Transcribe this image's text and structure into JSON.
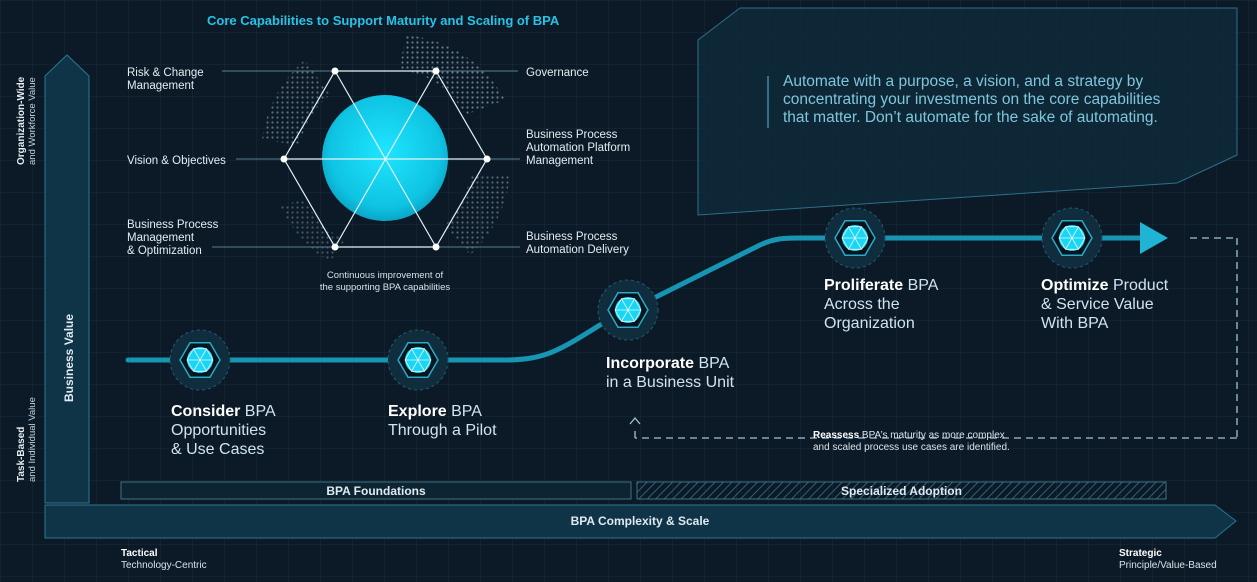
{
  "title": "Core Capabilities to Support Maturity and Scaling of BPA",
  "capabilities": {
    "risk_line1": "Risk & Change",
    "risk_line2": "Management",
    "governance": "Governance",
    "vision": "Vision & Objectives",
    "platform_line1": "Business Process",
    "platform_line2": "Automation Platform",
    "platform_line3": "Management",
    "bpm_line1": "Business Process",
    "bpm_line2": "Management",
    "bpm_line3": "& Optimization",
    "delivery_line1": "Business Process",
    "delivery_line2": "Automation Delivery"
  },
  "continuous_line1": "Continuous improvement of",
  "continuous_line2": "the supporting BPA capabilities",
  "quote": {
    "line1": "Automate with a purpose, a vision, and a strategy by",
    "line2": "concentrating your investments on the core capabilities",
    "line3": "that matter. Don’t automate for the sake of automating."
  },
  "stages": [
    {
      "bold": "Consider",
      "rest": " BPA",
      "line2": "Opportunities",
      "line3": "& Use Cases"
    },
    {
      "bold": "Explore",
      "rest": " BPA",
      "line2": "Through a Pilot"
    },
    {
      "bold": "Incorporate",
      "rest": " BPA",
      "line2": "in a Business Unit"
    },
    {
      "bold": "Proliferate",
      "rest": " BPA",
      "line2": "Across the",
      "line3": "Organization"
    },
    {
      "bold": "Optimize",
      "rest": " Product",
      "line2": "& Service Value",
      "line3": "With BPA"
    }
  ],
  "reassess": {
    "bold": "Reassess",
    "rest": " BPA’s maturity as more complex",
    "line2": "and scaled process use cases are identified."
  },
  "bars": {
    "foundations": "BPA Foundations",
    "specialized": "Specialized Adoption"
  },
  "x_axis": {
    "label": "BPA Complexity & Scale",
    "left_bold": "Tactical",
    "left_sub": "Technology-Centric",
    "right_bold": "Strategic",
    "right_sub": "Principle/Value-Based"
  },
  "y_axis": {
    "label": "Business Value",
    "top_bold": "Organization-Wide",
    "top_sub": "and Workforce Value",
    "bottom_bold": "Task-Based",
    "bottom_sub": "and Individual Value"
  },
  "colors": {
    "accent": "#27c3e6",
    "node": "#19d6f5",
    "background": "#0b1a26"
  }
}
